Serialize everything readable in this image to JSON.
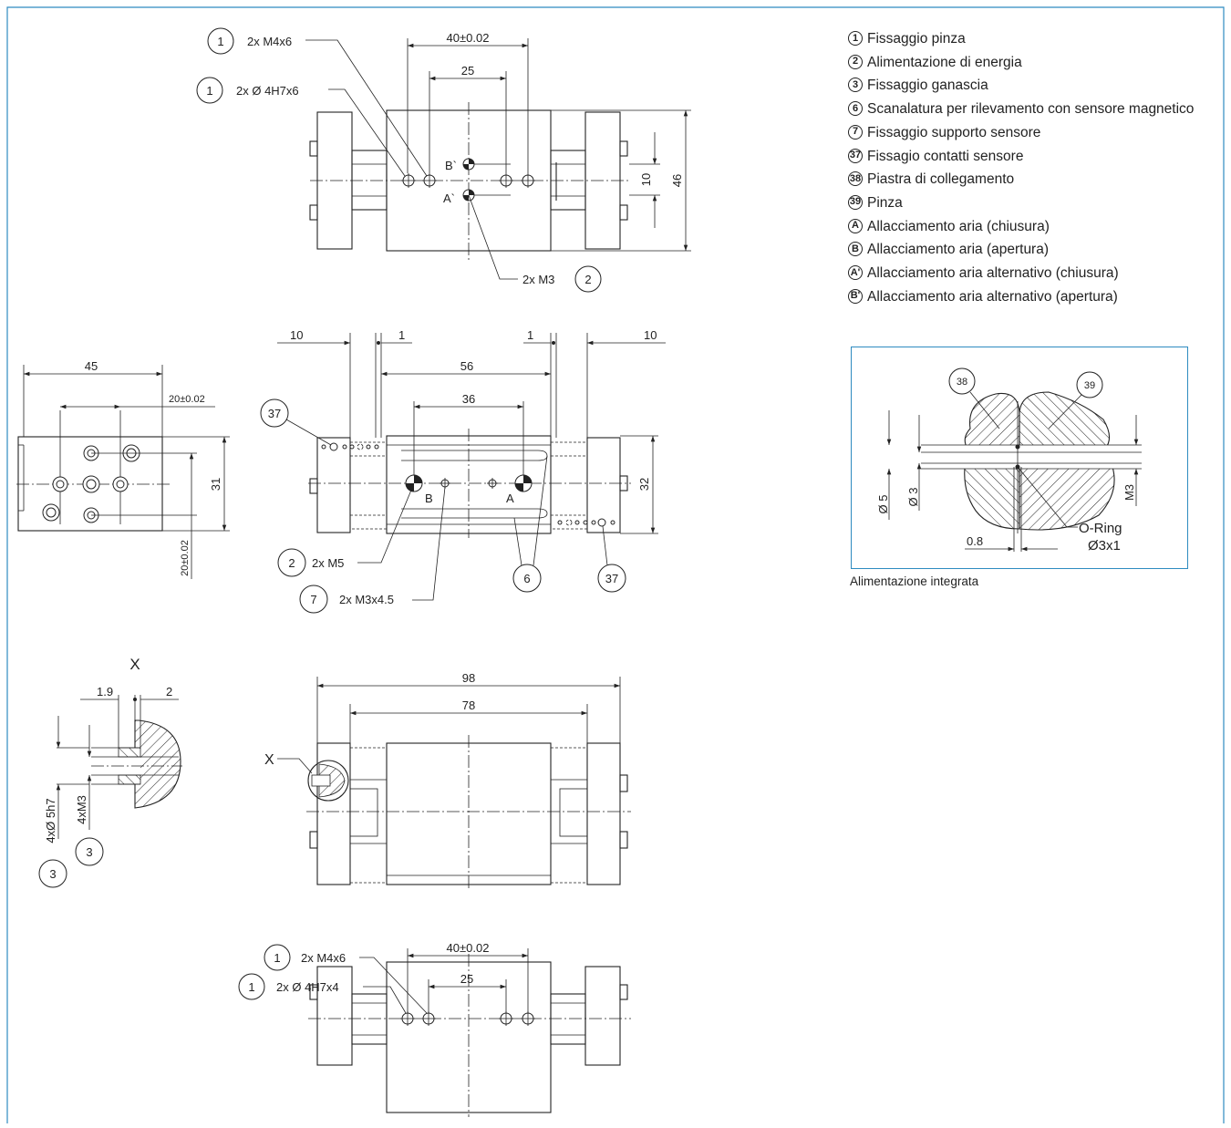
{
  "legend": [
    {
      "num": "1",
      "text": "Fissaggio pinza"
    },
    {
      "num": "2",
      "text": "Alimentazione di energia"
    },
    {
      "num": "3",
      "text": "Fissaggio ganascia"
    },
    {
      "num": "6",
      "text": "Scanalatura per rilevamento con sensore magnetico"
    },
    {
      "num": "7",
      "text": "Fissaggio supporto sensore"
    },
    {
      "num": "37",
      "text": "Fissagio contatti sensore"
    },
    {
      "num": "38",
      "text": "Piastra di collegamento"
    },
    {
      "num": "39",
      "text": "Pinza"
    },
    {
      "num": "A",
      "text": "Allacciamento aria (chiusura)"
    },
    {
      "num": "B",
      "text": "Allacciamento aria (apertura)"
    },
    {
      "num": "A'",
      "text": "Allacciamento aria alternativo (chiusura)"
    },
    {
      "num": "B'",
      "text": "Allacciamento aria alternativo (apertura)"
    }
  ],
  "detail": {
    "caption": "Alimentazione integrata",
    "callout_38": "38",
    "callout_39": "39",
    "dim_d5": "Ø 5",
    "dim_d3": "Ø 3",
    "dim_m3": "M3",
    "dim_08": "0.8",
    "oring_1": "O-Ring",
    "oring_2": "Ø3x1",
    "border_color": "#2e8bc0"
  },
  "top_view": {
    "label_m4": "2x M4x6",
    "label_h7": "2x Ø 4H7x6",
    "callout_1": "1",
    "dim_40": "40±0.02",
    "dim_25": "25",
    "dim_10": "10",
    "dim_46": "46",
    "port_b": "B`",
    "port_a": "A`",
    "label_m3": "2x M3",
    "callout_2": "2"
  },
  "side_view": {
    "dim_45": "45",
    "dim_20_top": "20±0.02",
    "dim_31": "31",
    "dim_20_bottom": "20±0.02"
  },
  "front_view": {
    "dim_10_left": "10",
    "dim_1_left": "1",
    "dim_1_right": "1",
    "dim_10_right": "10",
    "dim_56": "56",
    "dim_36": "36",
    "dim_32": "32",
    "port_b": "B",
    "port_a": "A",
    "callout_37": "37",
    "callout_2": "2",
    "label_m5": "2x M5",
    "callout_7": "7",
    "label_m3x45": "2x M3x4.5",
    "callout_6": "6"
  },
  "detail_x": {
    "title": "X",
    "dim_19": "1.9",
    "dim_2": "2",
    "label_5h7": "4xØ 5h7",
    "label_4xm3": "4xM3",
    "callout_3": "3"
  },
  "bottom_view": {
    "dim_98": "98",
    "dim_78": "78",
    "label_x": "X"
  },
  "lower_view": {
    "label_m4": "2x M4x6",
    "label_h7": "2x Ø 4H7x4",
    "callout_1": "1",
    "dim_40": "40±0.02",
    "dim_25": "25"
  },
  "frame_color": "#2e8bc0"
}
